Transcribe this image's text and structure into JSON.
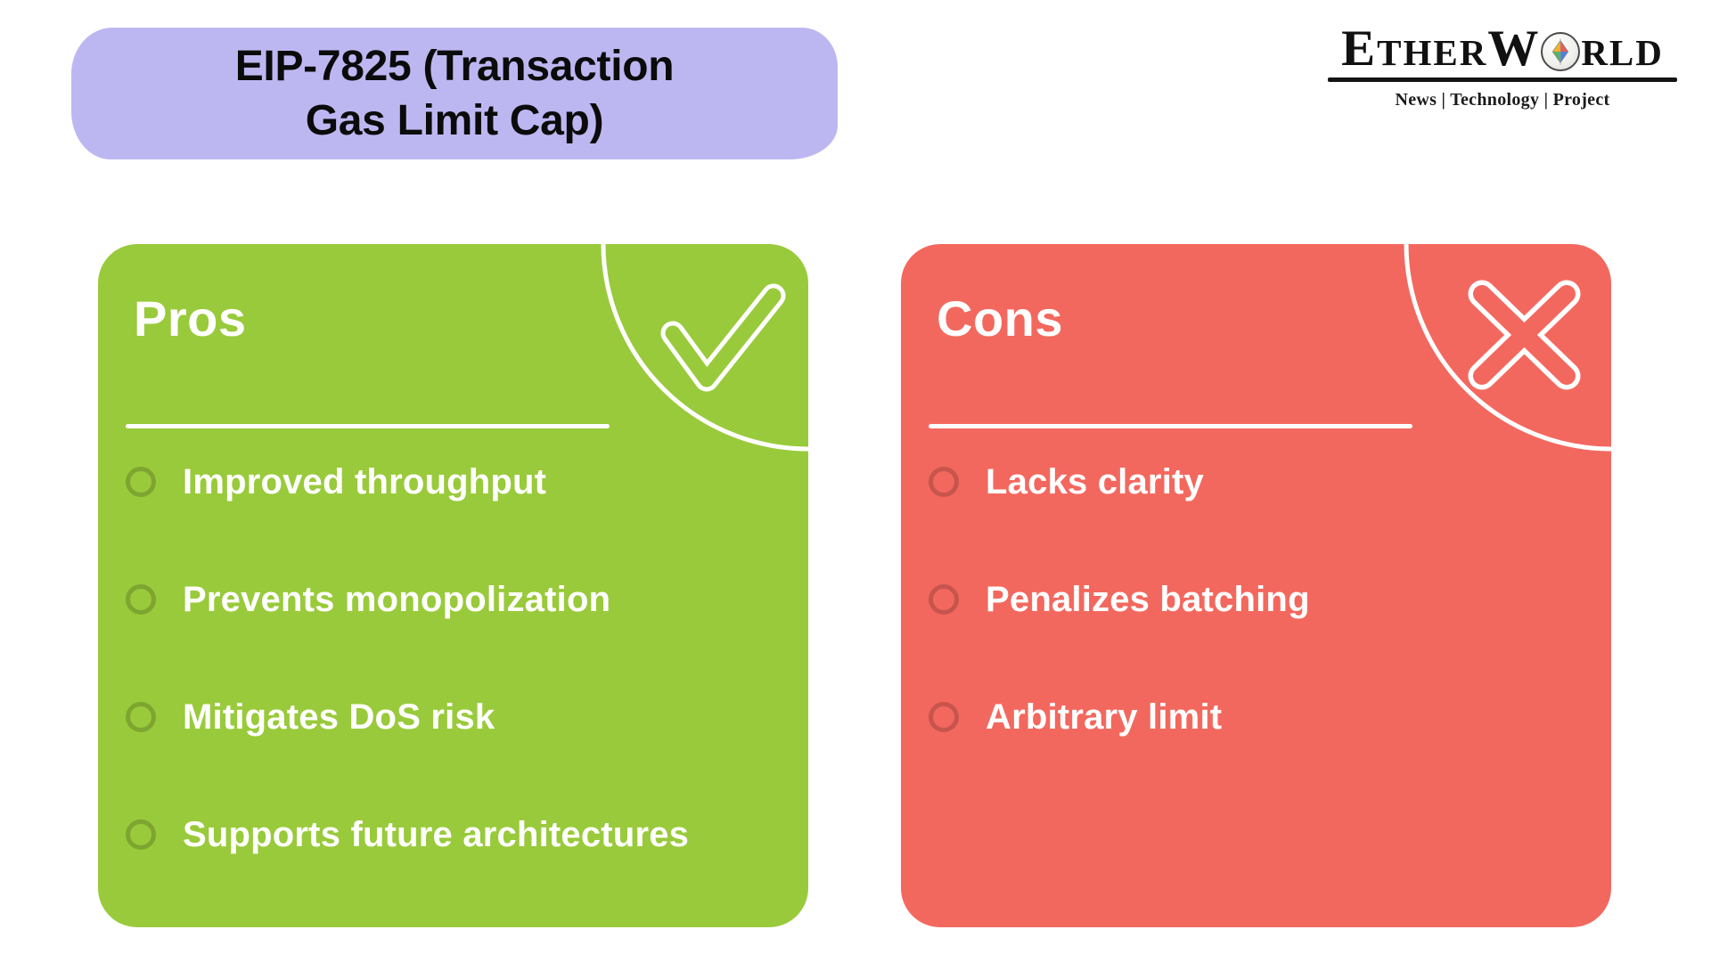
{
  "banner": {
    "title_line1": "EIP-7825 (Transaction",
    "title_line2": "Gas Limit Cap)"
  },
  "logo": {
    "part_e": "E",
    "part_ther": "THER",
    "part_w": "W",
    "part_rld": "RLD",
    "tagline": "News | Technology | Project"
  },
  "pros_card": {
    "heading": "Pros",
    "icon": "check-icon",
    "items": [
      "Improved throughput",
      "Prevents monopolization",
      "Mitigates DoS risk",
      "Supports future architectures"
    ]
  },
  "cons_card": {
    "heading": "Cons",
    "icon": "cross-icon",
    "items": [
      "Lacks clarity",
      "Penalizes batching",
      "Arbitrary limit"
    ]
  },
  "icons": {
    "pros_corner": "check-icon",
    "cons_corner": "cross-icon",
    "corner_decoration": "quarter-circle-arc",
    "logo_globe": "ethereum-globe-icon",
    "list_bullet": "circle-outline-icon"
  },
  "colors": {
    "green": "#99ca3b",
    "red": "#f3685e",
    "lavender": "#bdb7f1",
    "bullet_outline": "rgba(0,0,0,0.18)",
    "text_on_card": "#ffffff",
    "title_text": "#0b0b0b"
  }
}
